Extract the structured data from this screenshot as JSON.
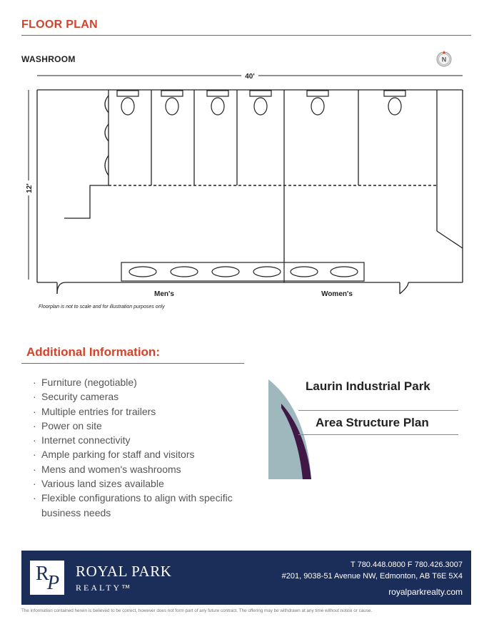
{
  "header": {
    "title": "FLOOR PLAN"
  },
  "floorplan": {
    "section_label": "WASHROOM",
    "compass_letter": "N",
    "width_dimension": "40'",
    "height_dimension": "12'",
    "mens_label": "Men's",
    "womens_label": "Women's",
    "disclaimer": "Floorplan is not to scale and for illustration purposes only"
  },
  "additional_info": {
    "title": "Additional Information:",
    "items": [
      "Furniture (negotiable)",
      "Security cameras",
      "Multiple entries for trailers",
      "Power on site",
      "Internet connectivity",
      "Ample parking for staff and visitors",
      "Mens and women's washrooms",
      "Various land sizes available",
      "Flexible configurations to align with specific business needs"
    ]
  },
  "project": {
    "name": "Laurin Industrial Park",
    "subtitle": "Area Structure Plan"
  },
  "footer": {
    "logo_letters": [
      "R",
      "P"
    ],
    "brand_name": "ROYAL PARK",
    "brand_sub": "REALTY™",
    "phone": "T 780.448.0800   F 780.426.3007",
    "address": "#201, 9038-51 Avenue NW, Edmonton, AB T6E 5X4",
    "website": "royalparkrealty.com",
    "legal": "The information contained herein is believed to be correct, however does not form part of any future contract. The offering may be withdrawn at any time without notice or cause."
  },
  "colors": {
    "accent": "#d2432c",
    "navy": "#1b2e5a",
    "logo_teal": "#9fb8be",
    "logo_purple": "#3f1846"
  }
}
